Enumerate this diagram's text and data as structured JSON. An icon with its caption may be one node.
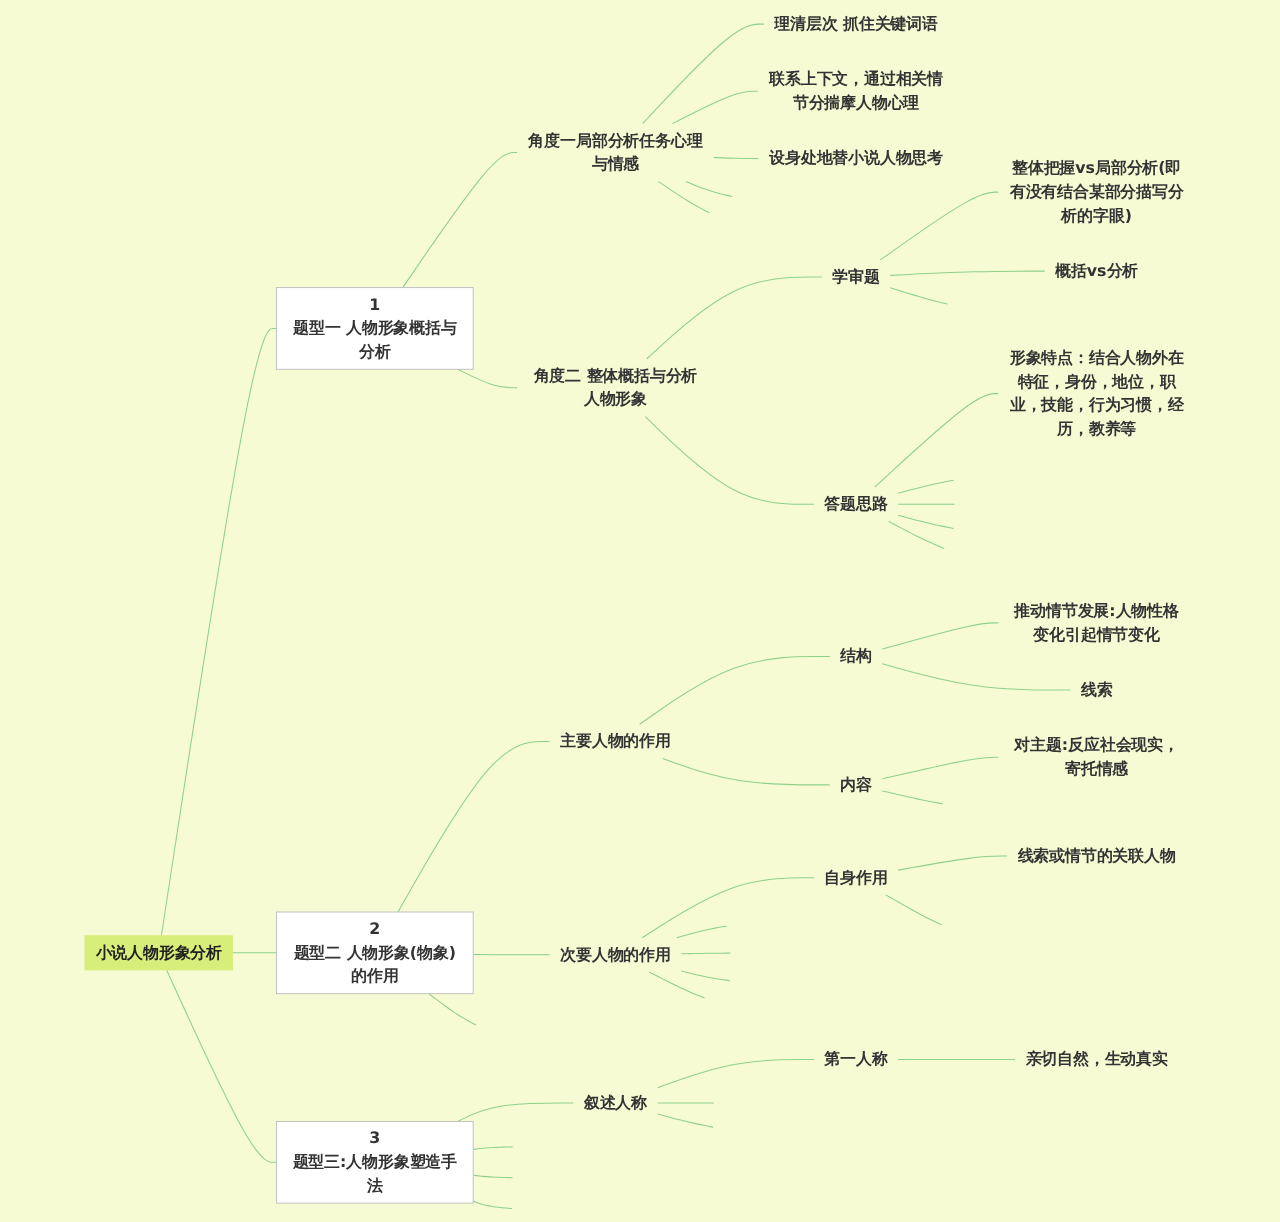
{
  "diagram": {
    "nodes": [
      {
        "text": [
          "小说人物形象分析"
        ]
      },
      {
        "text": [
          "1",
          "题型一 人物形象概括与分析"
        ]
      },
      {
        "text": [
          "角度一局部分析任务心理与情感"
        ]
      },
      {
        "text": [
          "理清层次 抓住关键词语"
        ]
      },
      {
        "text": [
          "联系上下文，通过相关情节分揣摩人物心理"
        ]
      },
      {
        "text": [
          "设身处地替小说人物思考"
        ]
      },
      {
        "text": [
          "角度二 整体概括与分析人物形象"
        ]
      },
      {
        "text": [
          "学审题"
        ]
      },
      {
        "text": [
          "整体把握vs局部分析(即有没有结合某部分描写分析的字眼)"
        ]
      },
      {
        "text": [
          "概括vs分析"
        ]
      },
      {
        "text": [
          "答题思路"
        ]
      },
      {
        "text": [
          "形象特点：结合人物外在特征，身份，地位，职业，技能，行为习惯，经历，教养等"
        ]
      },
      {
        "text": [
          "2",
          "题型二 人物形象(物象)的作用"
        ]
      },
      {
        "text": [
          "主要人物的作用"
        ]
      },
      {
        "text": [
          "结构"
        ]
      },
      {
        "text": [
          "推动情节发展:人物性格变化引起情节变化"
        ]
      },
      {
        "text": [
          "线索"
        ]
      },
      {
        "text": [
          "内容"
        ]
      },
      {
        "text": [
          "对主题:反应社会现实，寄托情感"
        ]
      },
      {
        "text": [
          "次要人物的作用"
        ]
      },
      {
        "text": [
          "自身作用"
        ]
      },
      {
        "text": [
          "线索或情节的关联人物"
        ]
      },
      {
        "text": [
          "3",
          "题型三:人物形象塑造手法"
        ]
      },
      {
        "text": [
          "叙述人称"
        ]
      },
      {
        "text": [
          "第一人称"
        ]
      },
      {
        "text": [
          "亲切自然，生动真实"
        ]
      }
    ],
    "edges": [
      {
        "from": 0,
        "to": 1,
        "arrow": "none"
      },
      {
        "from": 1,
        "to": 2,
        "arrow": "none"
      },
      {
        "from": 2,
        "to": 3,
        "arrow": "none"
      },
      {
        "from": 2,
        "to": 4,
        "arrow": "none"
      },
      {
        "from": 2,
        "to": 5,
        "arrow": "none"
      },
      {
        "from": 2,
        "to": null,
        "arrow": "none"
      },
      {
        "from": 2,
        "to": null,
        "arrow": "none"
      },
      {
        "from": 1,
        "to": 6,
        "arrow": "none"
      },
      {
        "from": 6,
        "to": 7,
        "arrow": "none"
      },
      {
        "from": 7,
        "to": 8,
        "arrow": "none"
      },
      {
        "from": 7,
        "to": 9,
        "arrow": "none"
      },
      {
        "from": 7,
        "to": null,
        "arrow": "none"
      },
      {
        "from": 6,
        "to": 10,
        "arrow": "none"
      },
      {
        "from": 10,
        "to": 11,
        "arrow": "none"
      },
      {
        "from": 10,
        "to": null,
        "arrow": "none"
      },
      {
        "from": 10,
        "to": null,
        "arrow": "none"
      },
      {
        "from": 10,
        "to": null,
        "arrow": "none"
      },
      {
        "from": 10,
        "to": null,
        "arrow": "none"
      },
      {
        "from": 0,
        "to": 12,
        "arrow": "none"
      },
      {
        "from": 12,
        "to": 13,
        "arrow": "none"
      },
      {
        "from": 13,
        "to": 14,
        "arrow": "none"
      },
      {
        "from": 14,
        "to": 15,
        "arrow": "none"
      },
      {
        "from": 14,
        "to": 16,
        "arrow": "none"
      },
      {
        "from": 13,
        "to": 17,
        "arrow": "none"
      },
      {
        "from": 17,
        "to": 18,
        "arrow": "none"
      },
      {
        "from": 17,
        "to": null,
        "arrow": "none"
      },
      {
        "from": 12,
        "to": 19,
        "arrow": "none"
      },
      {
        "from": 19,
        "to": 20,
        "arrow": "none"
      },
      {
        "from": 20,
        "to": 21,
        "arrow": "none"
      },
      {
        "from": 20,
        "to": null,
        "arrow": "none"
      },
      {
        "from": 19,
        "to": null,
        "arrow": "none"
      },
      {
        "from": 19,
        "to": null,
        "arrow": "none"
      },
      {
        "from": 19,
        "to": null,
        "arrow": "none"
      },
      {
        "from": 19,
        "to": null,
        "arrow": "none"
      },
      {
        "from": 12,
        "to": null,
        "arrow": "none"
      },
      {
        "from": 0,
        "to": 22,
        "arrow": "none"
      },
      {
        "from": 22,
        "to": 23,
        "arrow": "none"
      },
      {
        "from": 23,
        "to": 24,
        "arrow": "none"
      },
      {
        "from": 24,
        "to": 25,
        "arrow": "none"
      },
      {
        "from": 23,
        "to": null,
        "arrow": "none"
      },
      {
        "from": 23,
        "to": null,
        "arrow": "none"
      },
      {
        "from": 22,
        "to": null,
        "arrow": "none"
      },
      {
        "from": 22,
        "to": null,
        "arrow": "none"
      },
      {
        "from": 22,
        "to": null,
        "arrow": "none"
      }
    ]
  }
}
